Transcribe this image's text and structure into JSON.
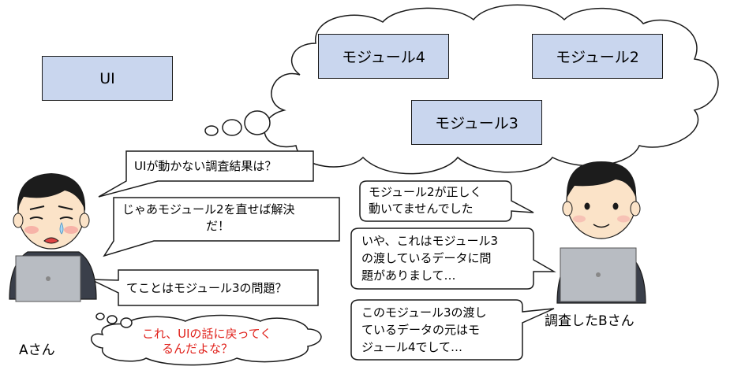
{
  "boxes": {
    "ui": "UI",
    "module4": "モジュール4",
    "module2": "モジュール2",
    "module3": "モジュール3"
  },
  "person_a": {
    "name": "Aさん",
    "bubbles": {
      "q1": "UIが動かない調査結果は？",
      "q2_line1": "じゃあモジュール2を直せば解決",
      "q2_line2": "だ！",
      "q3": "てことはモジュール3の問題？",
      "thought_line1": "これ、UIの話に戻ってく",
      "thought_line2": "るんだよな？"
    }
  },
  "person_b": {
    "name": "調査したBさん",
    "bubbles": {
      "r1_line1": "モジュール2が正しく",
      "r1_line2": "動いてませんでした",
      "r2_line1": "いや、これはモジュール3",
      "r2_line2": "の渡しているデータに問",
      "r2_line3": "題がありまして…",
      "r3_line1": "このモジュール3の渡し",
      "r3_line2": "ているデータの元はモ",
      "r3_line3": "ジュール4でして…"
    }
  },
  "colors": {
    "box_fill": "#c9d6ee",
    "outline": "#1a1a1a",
    "thought_text": "#e0201a"
  }
}
